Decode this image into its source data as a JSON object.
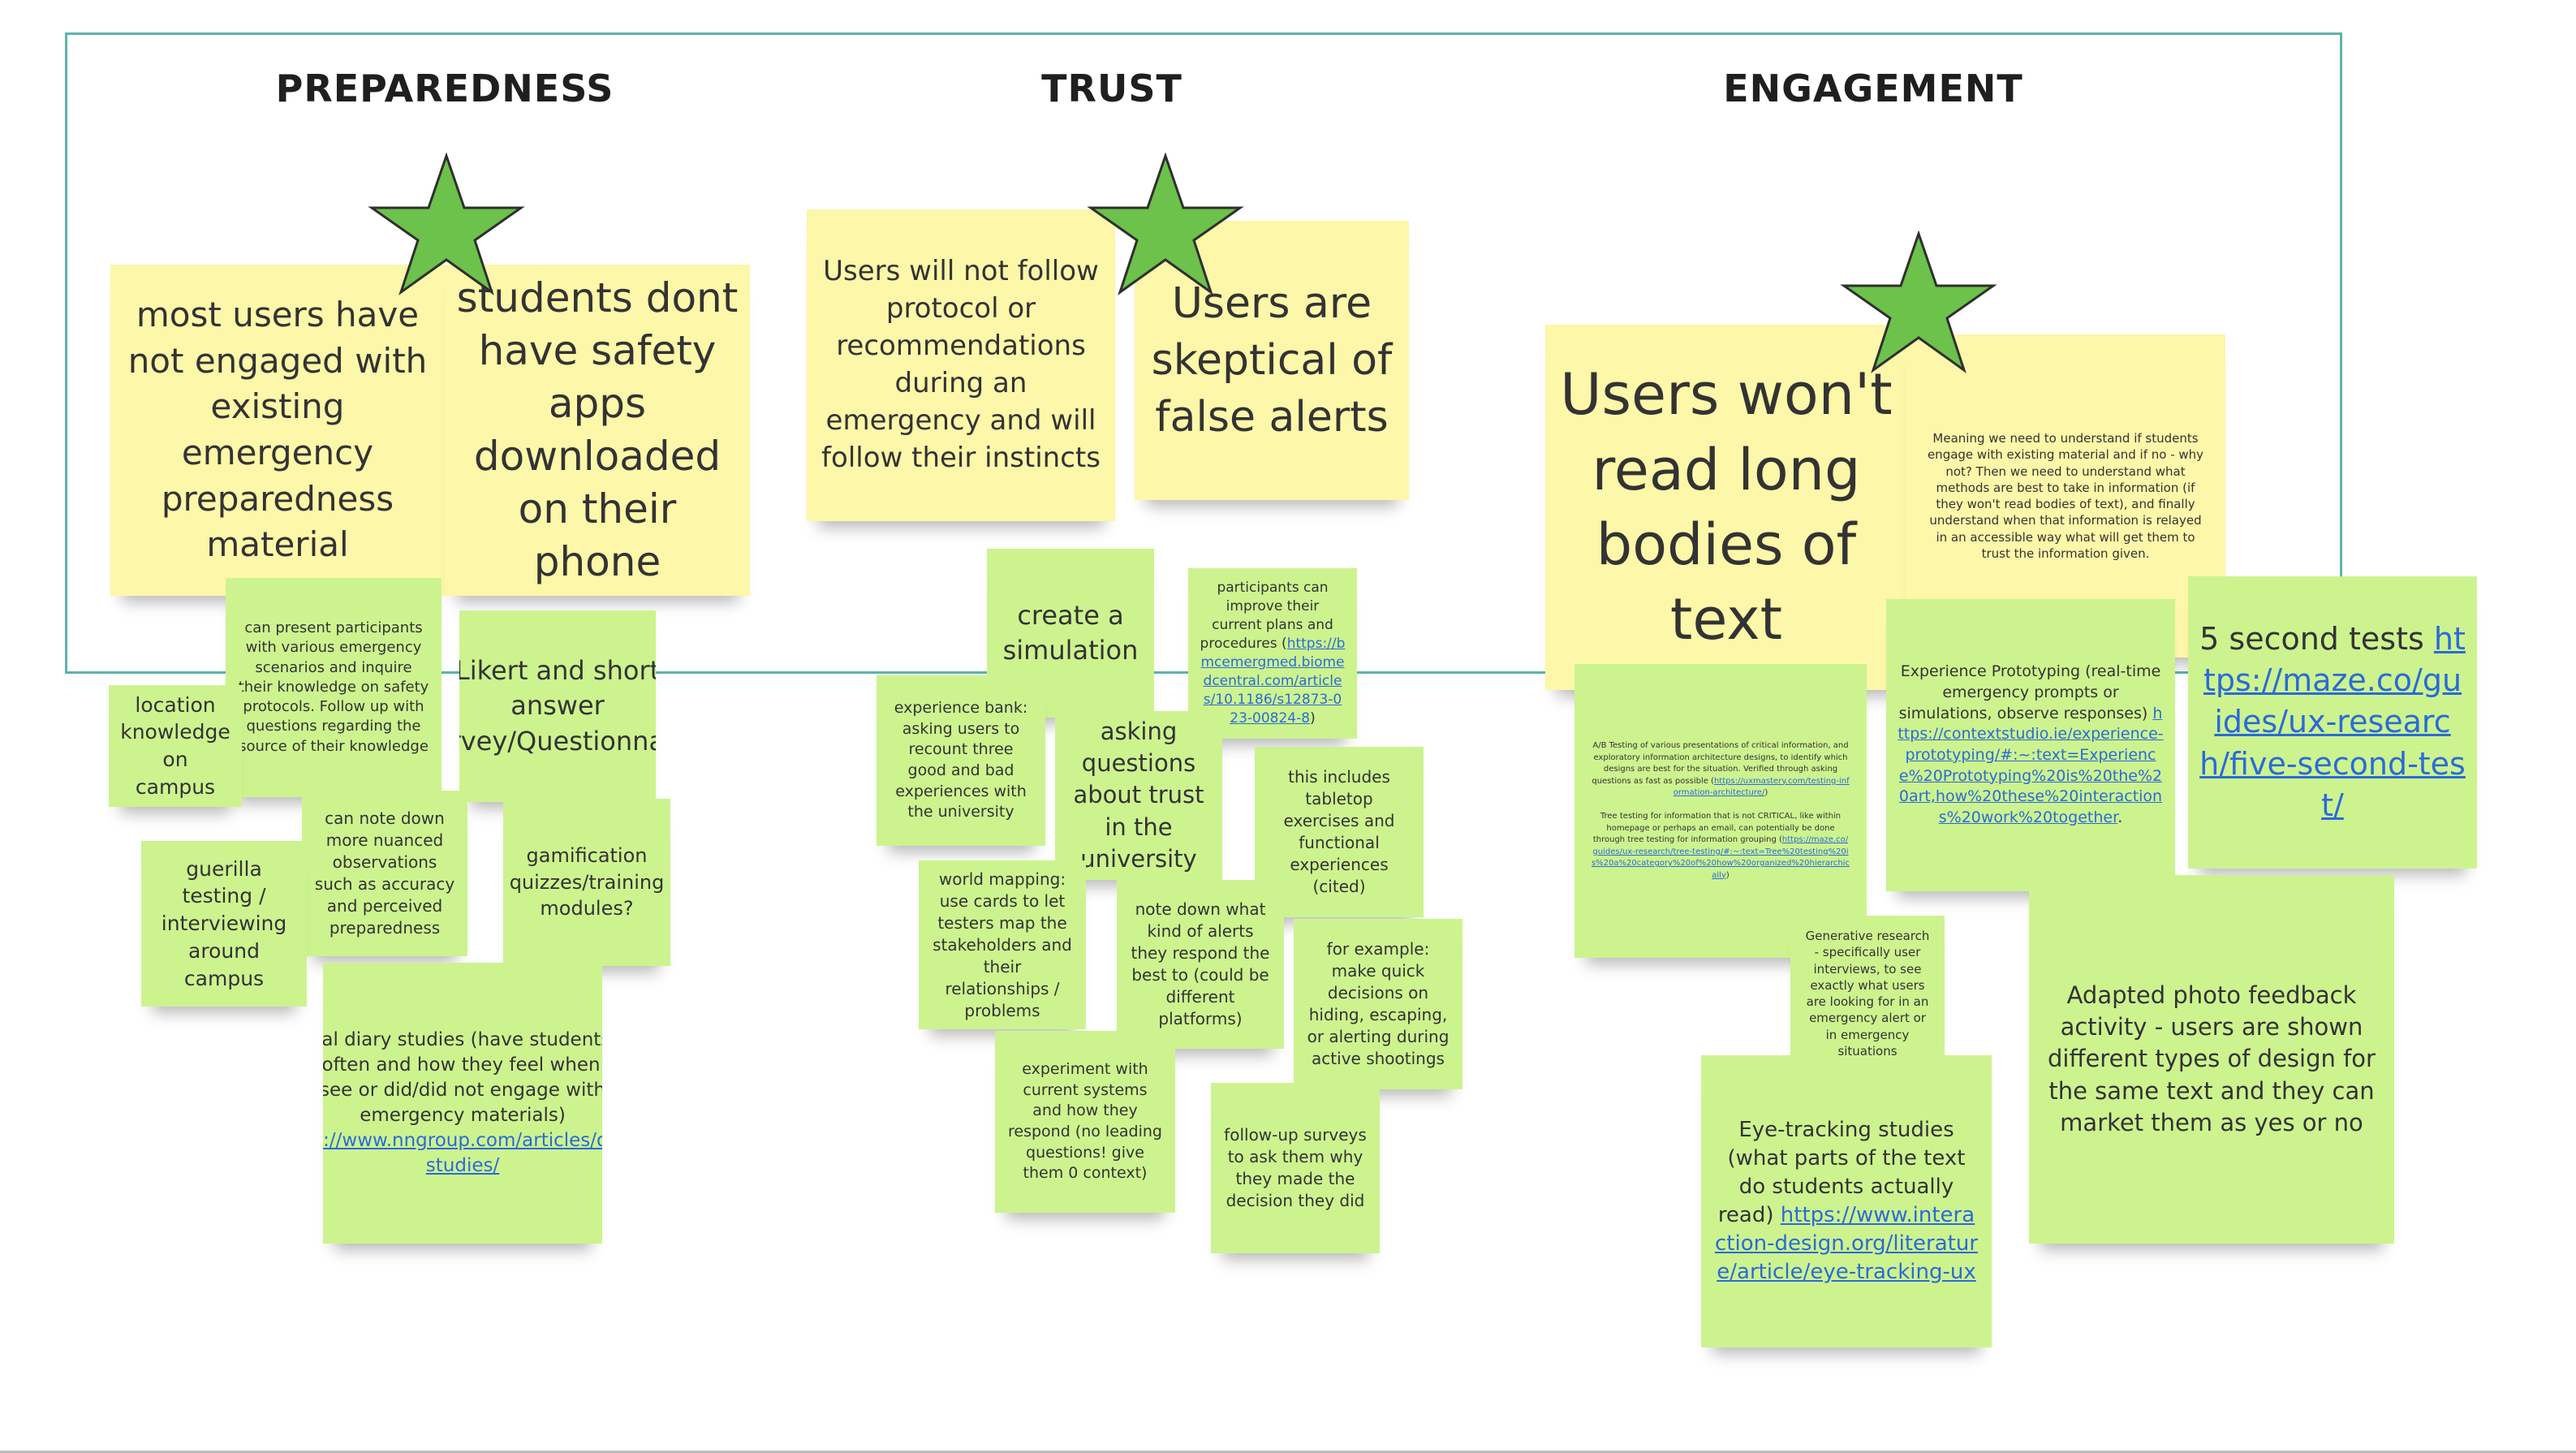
{
  "headings": {
    "preparedness": "PREPAREDNESS",
    "trust": "TRUST",
    "engagement": "ENGAGEMENT"
  },
  "notes": {
    "p_engaged": "most users have not engaged with existing emergency preparedness material",
    "p_apps": "students dont have safety apps downloaded on their phone",
    "p_scenarios": "can present participants with various emergency scenarios and inquire their knowledge on safety protocols. Follow up with questions regarding the source of their knowledge",
    "p_likert": "Likert and short answer Survey/Questionnaire",
    "p_location": "location knowledge on campus",
    "p_nuanced": "can note down more nuanced observations such as accuracy and perceived preparedness",
    "p_gamification": "gamification quizzes/training modules?",
    "p_guerilla": "guerilla testing / interviewing around campus",
    "p_diary_text": "digital diary studies (have students log how often and how they feel when they see or did/did not engage with emergency materials)",
    "p_diary_link": "https://www.nngroup.com/articles/diary-studies/",
    "t_protocol": "Users will not follow protocol or recommendations during an emergency and will follow their instincts",
    "t_skeptical": "Users are skeptical of false alerts",
    "t_simulation": "create a simulation",
    "t_participants_text": "participants can improve their current plans and procedures (",
    "t_participants_link": "https://bmcemergmed.biomedcentral.com/articles/10.1186/s12873-023-00824-8",
    "t_participants_end": ")",
    "t_experience_bank": "experience bank: asking users to recount three good and bad experiences with the university",
    "t_asking": "asking questions about trust in the university",
    "t_tabletop": "this includes tabletop exercises and functional experiences (cited)",
    "t_world_mapping": "world mapping: use cards to let testers map the stakeholders and their relationships / problems",
    "t_alerts": "note down what kind of alerts they respond the best to (could be different platforms)",
    "t_example": "for example: make quick decisions on hiding, escaping, or alerting during active shootings",
    "t_experiment": "experiment with current systems and how they respond (no leading questions! give them 0 context)",
    "t_followup": "follow-up surveys to ask them why they made the decision they did",
    "e_long_text": "Users won't read long bodies of text",
    "e_meaning": "Meaning we need to understand if students engage with existing material and if no - why not? Then we need to understand what methods are best to take in information (if they won't read bodies of text), and finally understand when that information is relayed in an accessible way what will get them to trust the information given.",
    "e_ab_1": "A/B Testing of various presentations of critical information, and exploratory information architecture designs, to identify which designs are best for the situation. Verified through asking questions as fast as possible (",
    "e_ab_link1": "https://uxmastery.com/testing-information-architecture/",
    "e_ab_2": ")",
    "e_ab_3": "Tree testing for information that is not CRITICAL, like within homepage or perhaps an email, can potentially be done through tree testing for information grouping (",
    "e_ab_link2": "https://maze.co/guides/ux-research/tree-testing/#:~:text=Tree%20testing%20is%20a%20category%20of%20how%20organized%20hierarchically",
    "e_ab_4": ")",
    "e_prototyping_text": "Experience Prototyping (real-time emergency prompts or simulations, observe responses)",
    "e_prototyping_link": "https://contextstudio.ie/experience-prototyping/#:~:text=Experience%20Prototyping%20is%20the%20art,how%20these%20interactions%20work%20together",
    "e_prototyping_end": ".",
    "e_five_text": "5 second tests",
    "e_five_link": "https://maze.co/guides/ux-research/five-second-test/",
    "e_generative": "Generative research - specifically user interviews, to see exactly what users are looking for in an emergency alert or in emergency situations",
    "e_eyetracking_text": "Eye-tracking studies (what parts of the text do students actually read)",
    "e_eyetracking_link": "https://www.interaction-design.org/literature/article/eye-tracking-ux",
    "e_photo": "Adapted photo feedback activity - users are shown different types of design for the same text and they can market them as yes or no"
  },
  "colors": {
    "frame": "#5fb3a9",
    "yellow_note": "#fdf7a9",
    "green_note": "#cdf38f",
    "star": "#6cc24a",
    "link": "#2a6bd8"
  },
  "icons": [
    "star-icon"
  ]
}
